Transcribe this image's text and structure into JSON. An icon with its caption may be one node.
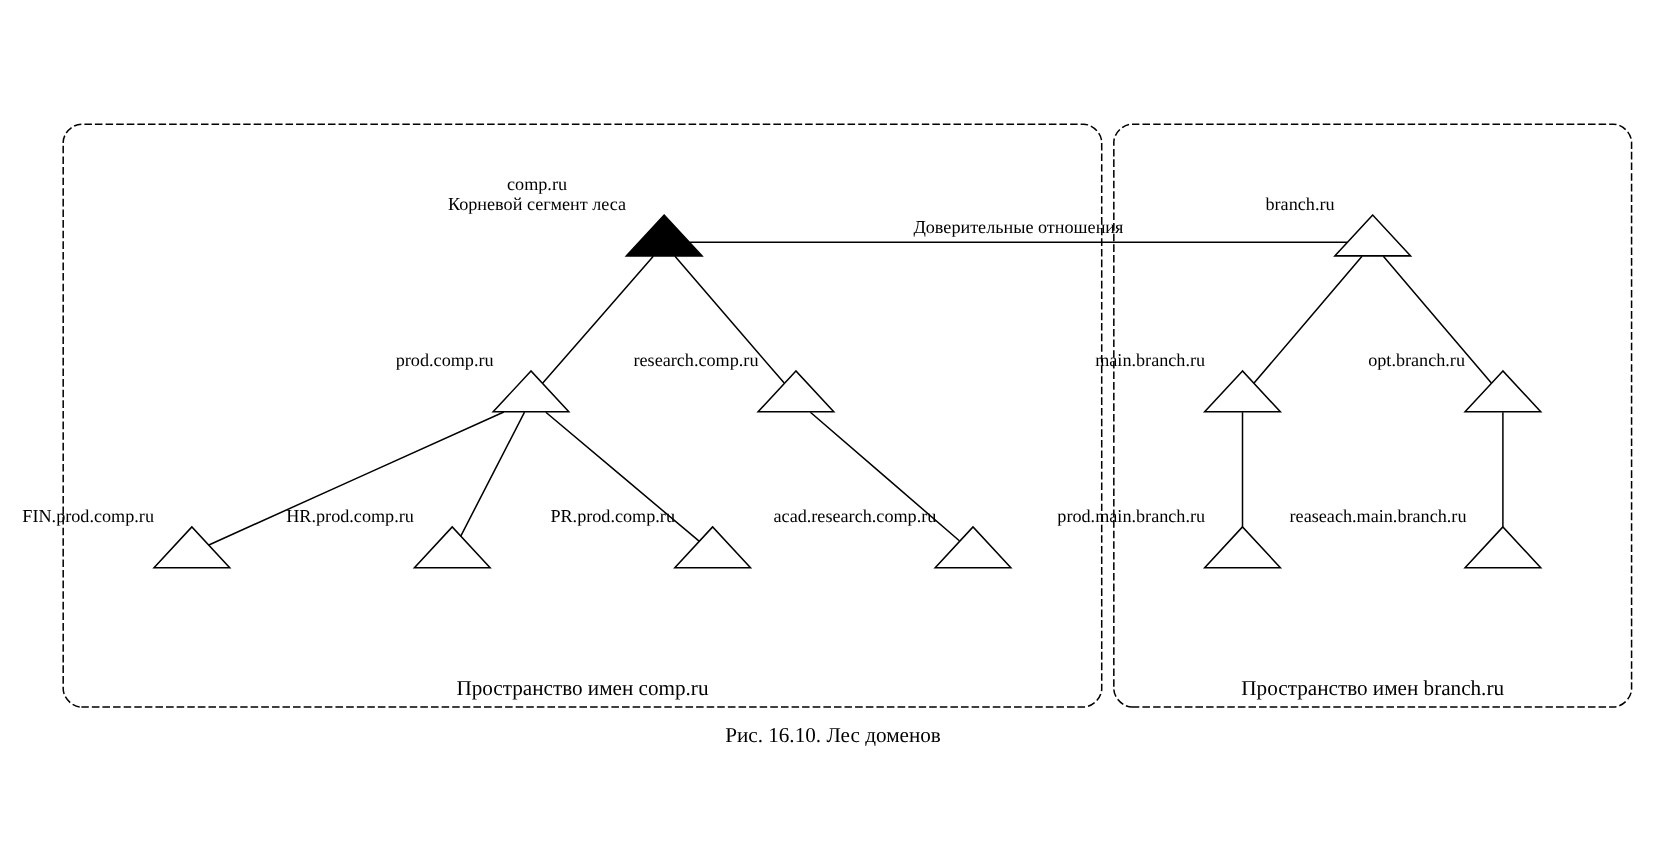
{
  "diagram": {
    "caption": "Рис. 16.10. Лес доменов",
    "nodes": [
      {
        "text": [
          "Пространство имен comp.ru"
        ]
      },
      {
        "text": [],
        "shape": "triangle",
        "in": 0,
        "beside": [
          "comp.ru",
          "Корневой сегмент леса"
        ]
      },
      {
        "text": [],
        "shape": "triangle",
        "in": 0,
        "beside": [
          "prod.comp.ru"
        ]
      },
      {
        "text": [],
        "shape": "triangle",
        "in": 0,
        "beside": [
          "research.comp.ru"
        ]
      },
      {
        "text": [],
        "shape": "triangle",
        "in": 0,
        "beside": [
          "FIN.prod.comp.ru"
        ]
      },
      {
        "text": [],
        "shape": "triangle",
        "in": 0,
        "beside": [
          "HR.prod.comp.ru"
        ]
      },
      {
        "text": [],
        "shape": "triangle",
        "in": 0,
        "beside": [
          "PR.prod.comp.ru"
        ]
      },
      {
        "text": [],
        "shape": "triangle",
        "in": 0,
        "beside": [
          "acad.research.comp.ru"
        ]
      },
      {
        "text": [
          "Пространство имен branch.ru"
        ]
      },
      {
        "text": [],
        "shape": "triangle",
        "in": 8,
        "beside": [
          "branch.ru"
        ]
      },
      {
        "text": [],
        "shape": "triangle",
        "in": 8,
        "beside": [
          "main.branch.ru"
        ]
      },
      {
        "text": [],
        "shape": "triangle",
        "in": 8,
        "beside": [
          "opt.branch.ru"
        ]
      },
      {
        "text": [],
        "shape": "triangle",
        "in": 8,
        "beside": [
          "prod.main.branch.ru"
        ]
      },
      {
        "text": [],
        "shape": "triangle",
        "in": 8,
        "beside": [
          "reaseach.main.branch.ru"
        ]
      }
    ],
    "edges": [
      {
        "from": 1,
        "to": 9,
        "arrow": "none",
        "label": "Доверительные отношения"
      },
      {
        "from": 1,
        "to": 2,
        "arrow": "none"
      },
      {
        "from": 1,
        "to": 3,
        "arrow": "none"
      },
      {
        "from": 2,
        "to": 4,
        "arrow": "none"
      },
      {
        "from": 2,
        "to": 5,
        "arrow": "none"
      },
      {
        "from": 2,
        "to": 6,
        "arrow": "none"
      },
      {
        "from": 3,
        "to": 7,
        "arrow": "none"
      },
      {
        "from": 9,
        "to": 10,
        "arrow": "none"
      },
      {
        "from": 9,
        "to": 11,
        "arrow": "none"
      },
      {
        "from": 10,
        "to": 12,
        "arrow": "none"
      },
      {
        "from": 11,
        "to": 13,
        "arrow": "none"
      }
    ]
  }
}
